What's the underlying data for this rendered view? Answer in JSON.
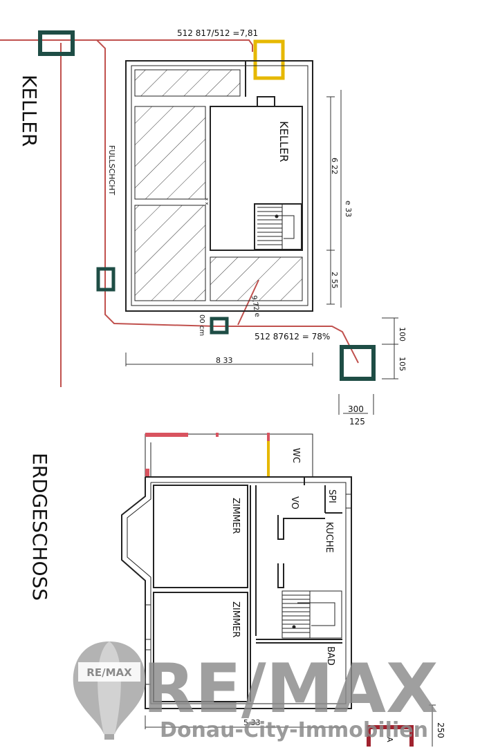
{
  "floors": {
    "keller": {
      "title": "KELLER",
      "room_label": "KELLER",
      "shaft_label": "FULLSCHCHT",
      "small_mark": "x x",
      "formula_top": "512 817/512 =7,81",
      "formula_bottom": "512 87612 = 78%",
      "diag_label": "9.72 e",
      "cm_label": "00 cm",
      "dim_right_1": "6 22",
      "dim_right_2": "2 55",
      "dim_total": "e 33",
      "dim_width": "8 33",
      "dim_100": "100",
      "dim_105": "105",
      "dim_300": "300",
      "dim_125": "125"
    },
    "erdgeschoss": {
      "title": "ERDGESCHOSS",
      "rooms": {
        "zimmer_1": "ZIMMER",
        "zimmer_2": "ZIMMER",
        "vo": "VO",
        "spi": "SPI",
        "kuche": "KUCHE",
        "bad": "BAD",
        "wc": "WC"
      },
      "dim_bottom": "5 33",
      "dim_right": "250",
      "partial_label": "A"
    }
  },
  "watermark": {
    "brand": "RE/MAX",
    "balloon_text": "RE/MAX",
    "subtitle": "Donau-City-Immobilien"
  },
  "colors": {
    "wall": "#222222",
    "hatch": "#333333",
    "pipe": "#c0504d",
    "marker_green": "#1e4d45",
    "marker_yellow": "#e6b800",
    "balloon_red": "#c41e3a"
  }
}
